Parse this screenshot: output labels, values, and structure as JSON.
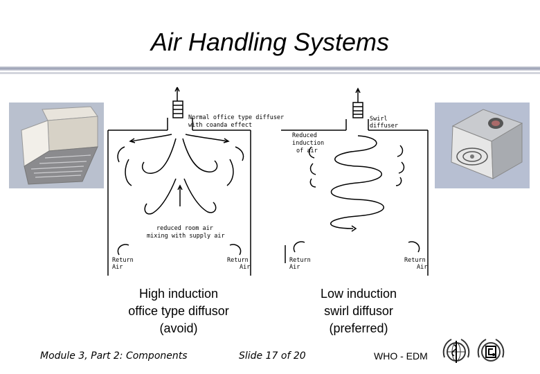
{
  "slide": {
    "title": "Air Handling Systems",
    "left_diagram": {
      "diffuser_label_1": "Normal office type diffuser",
      "diffuser_label_2": "with coanda effect",
      "mixing_label_1": "reduced room air",
      "mixing_label_2": "mixing with supply air",
      "return_left_1": "Return",
      "return_left_2": "Air",
      "return_right_1": "Return",
      "return_right_2": "Air"
    },
    "right_diagram": {
      "diffuser_label_1": "Swirl",
      "diffuser_label_2": "diffuser",
      "induction_label_1": "Reduced",
      "induction_label_2": "induction",
      "induction_label_3": "of air",
      "return_left_1": "Return",
      "return_left_2": "Air",
      "return_right_1": "Return",
      "return_right_2": "Air"
    },
    "caption_left": [
      "High induction",
      "office type diffusor",
      "(avoid)"
    ],
    "caption_right": [
      "Low induction",
      "swirl diffusor",
      "(preferred)"
    ],
    "footer": {
      "module": "Module 3, Part 2: Components",
      "slide": "Slide 17 of  20",
      "org": "WHO - EDM"
    },
    "icons": {
      "left_photo": "square-ceiling-diffuser-photo",
      "right_photo": "swirl-diffuser-photo",
      "logo_1": "who-emblem-logo",
      "logo_2": "edm-emblem-logo"
    }
  }
}
